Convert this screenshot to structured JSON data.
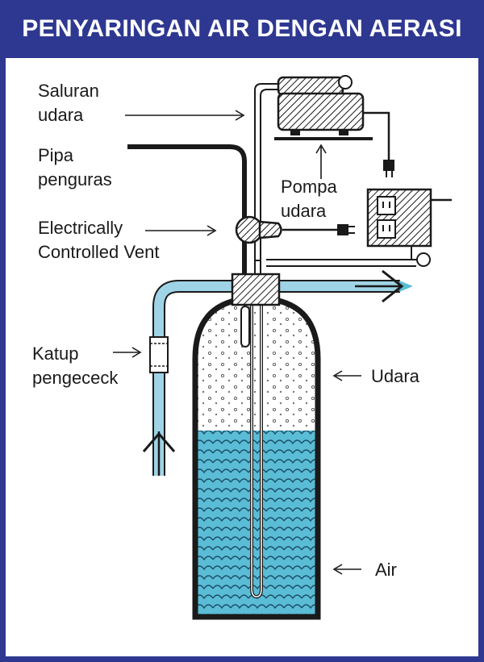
{
  "title": "PENYARINGAN AIR DENGAN AERASI",
  "labels": {
    "saluran_udara": [
      "Saluran",
      "udara"
    ],
    "pipa_penguras": [
      "Pipa",
      "penguras"
    ],
    "vent": [
      "Electrically",
      "Controlled Vent"
    ],
    "pompa_udara": [
      "Pompa",
      "udara"
    ],
    "katup": [
      "Katup",
      "pengececk"
    ],
    "udara": "Udara",
    "air": "Air"
  },
  "colors": {
    "frame": "#2e3891",
    "water": "#5bbcd6",
    "water_light": "#a9dcea",
    "pipe": "#9fd3e6",
    "line": "#1a1a1a"
  }
}
